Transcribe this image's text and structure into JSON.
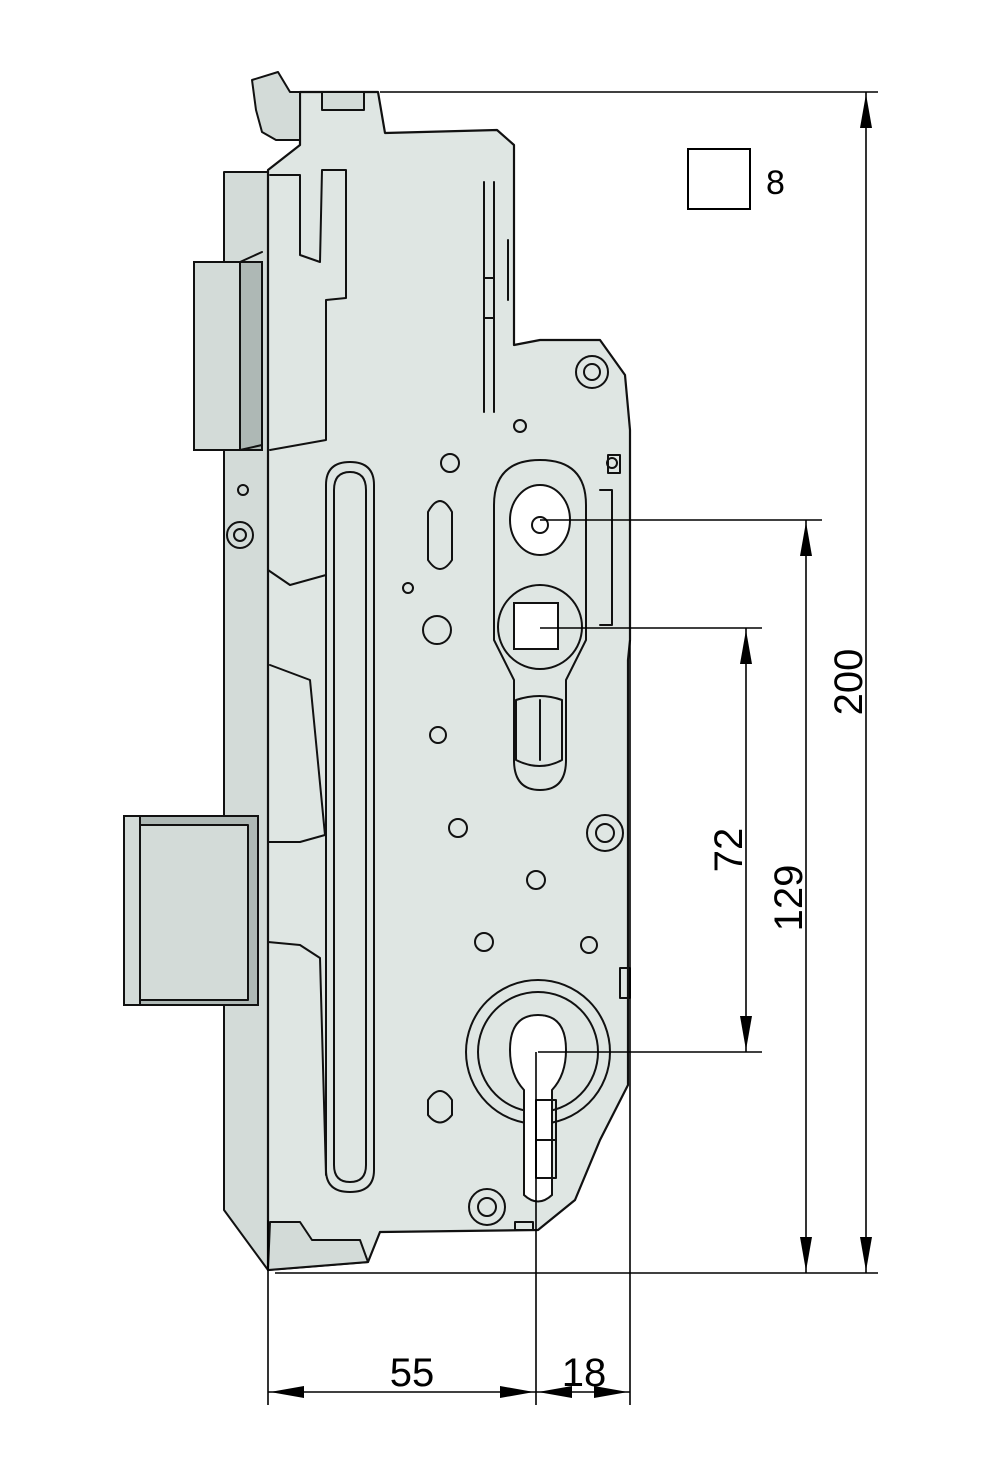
{
  "dimensions": {
    "total_height": "200",
    "center_to_cylinder": "129",
    "follower_to_cylinder": "72",
    "backset": "55",
    "faceplate_offset": "18"
  },
  "square_spindle": {
    "size": "8"
  }
}
